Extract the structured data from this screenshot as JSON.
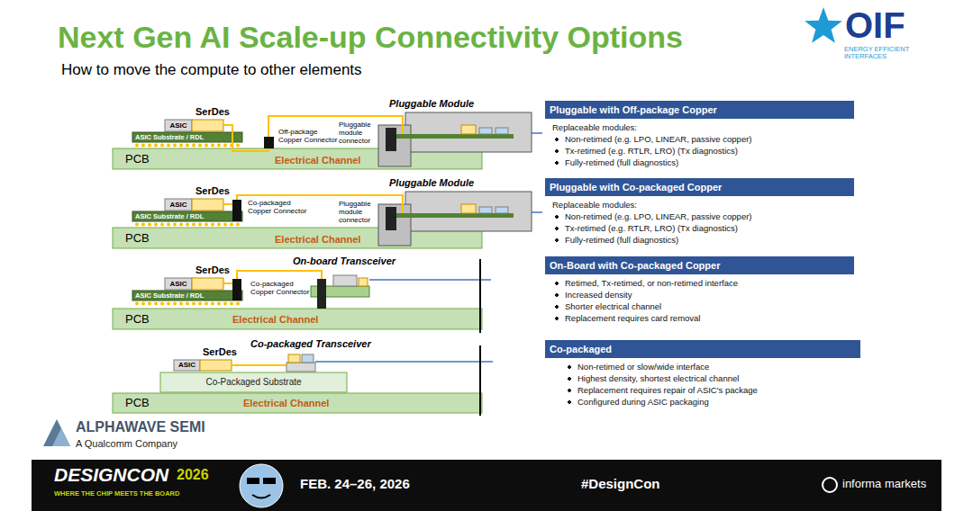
{
  "diagram": {
    "title": "Next Gen AI Scale-up Connectivity Options",
    "nodes": [
      {
        "text": [
          "ASIC"
        ]
      },
      {
        "text": [
          "ASIC Substrate / RDL"
        ]
      },
      {
        "text": [
          "PCB"
        ]
      },
      {
        "text": [
          "SerDes"
        ]
      },
      {
        "text": [
          "Pluggable Module"
        ]
      },
      {
        "text": [
          "ASIC"
        ]
      },
      {
        "text": [
          "ASIC Substrate / RDL"
        ]
      },
      {
        "text": [
          "PCB"
        ]
      },
      {
        "text": [
          "SerDes"
        ]
      },
      {
        "text": [
          "Pluggable Module"
        ]
      },
      {
        "text": [
          "ASIC"
        ]
      },
      {
        "text": [
          "ASIC Substrate / RDL"
        ]
      },
      {
        "text": [
          "PCB"
        ]
      },
      {
        "text": [
          "SerDes"
        ]
      },
      {
        "text": [
          "On-board Transceiver"
        ]
      },
      {
        "text": [
          "ASIC"
        ]
      },
      {
        "text": [
          "Co-Packaged Substrate"
        ]
      },
      {
        "text": [
          "PCB"
        ]
      },
      {
        "text": [
          "SerDes"
        ]
      },
      {
        "text": [
          "Co-packaged Transceiver"
        ]
      },
      {
        "text": [
          "Pluggable with Off-package Copper",
          "Replaceable modules:",
          "Non-retimed (e.g. LPO, LINEAR, passive copper)",
          "Tx-retimed (e.g. RTLR, LRO) (Tx diagnostics)",
          "Fully-retimed (full diagnostics)"
        ]
      },
      {
        "text": [
          "Pluggable with Co-packaged Copper",
          "Replaceable modules:",
          "Non-retimed (e.g. LPO, LINEAR, passive copper)",
          "Tx-retimed (e.g. RTLR, LRO) (Tx diagnostics)",
          "Fully-retimed (full diagnostics)"
        ]
      },
      {
        "text": [
          "On-Board with Co-packaged Copper",
          "Retimed, Tx-retimed, or non-retimed interface",
          "Increased density",
          "Shorter electrical channel",
          "Replacement requires card removal"
        ]
      },
      {
        "text": [
          "Co-packaged",
          "Non-retimed or slow/wide interface",
          "Highest density, shortest electrical channel",
          "Replacement requires repair of ASIC's package",
          "Configured during ASIC packaging"
        ]
      }
    ],
    "labels": [
      "How to move the compute to other elements",
      "OIF",
      "ENERGY EFFICIENT INTERFACES",
      "Off-package Copper Connector",
      "Pluggable module connector",
      "Electrical Channel",
      "Co-packaged Copper Connector",
      "Pluggable module connector",
      "Electrical Channel",
      "Co-packaged Copper Connector",
      "Electrical Channel",
      "Electrical Channel",
      "ALPHAWAVE SEMI",
      "A Qualcomm Company",
      "DESIGNCON",
      "2026",
      "WHERE THE CHIP MEETS THE BOARD",
      "FEB. 24–26, 2026",
      "#DesignCon",
      "informa markets"
    ]
  }
}
